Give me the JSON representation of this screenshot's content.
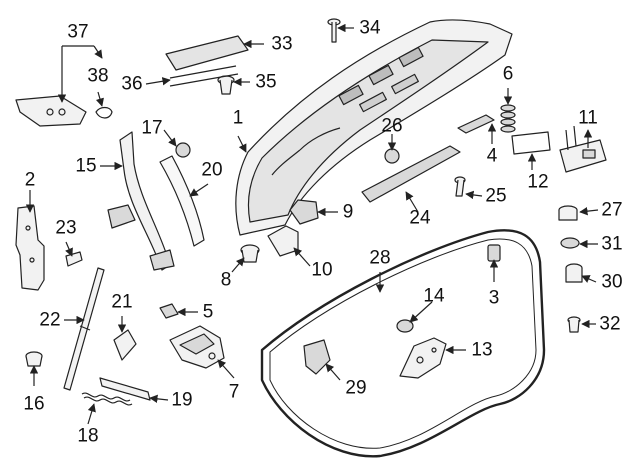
{
  "diagram": {
    "kind": "exploded parts diagram",
    "line_color": "#222222",
    "part_fill": "#f2f2f2",
    "part_shade": "#d9d9d9",
    "callouts": [
      {
        "id": "c1",
        "label": "1"
      },
      {
        "id": "c2",
        "label": "2"
      },
      {
        "id": "c3",
        "label": "3"
      },
      {
        "id": "c4",
        "label": "4"
      },
      {
        "id": "c5",
        "label": "5"
      },
      {
        "id": "c6",
        "label": "6"
      },
      {
        "id": "c7",
        "label": "7"
      },
      {
        "id": "c8",
        "label": "8"
      },
      {
        "id": "c9",
        "label": "9"
      },
      {
        "id": "c10",
        "label": "10"
      },
      {
        "id": "c11",
        "label": "11"
      },
      {
        "id": "c12",
        "label": "12"
      },
      {
        "id": "c13",
        "label": "13"
      },
      {
        "id": "c14",
        "label": "14"
      },
      {
        "id": "c15",
        "label": "15"
      },
      {
        "id": "c16",
        "label": "16"
      },
      {
        "id": "c17",
        "label": "17"
      },
      {
        "id": "c18",
        "label": "18"
      },
      {
        "id": "c19",
        "label": "19"
      },
      {
        "id": "c20",
        "label": "20"
      },
      {
        "id": "c21",
        "label": "21"
      },
      {
        "id": "c22",
        "label": "22"
      },
      {
        "id": "c23",
        "label": "23"
      },
      {
        "id": "c24",
        "label": "24"
      },
      {
        "id": "c25",
        "label": "25"
      },
      {
        "id": "c26",
        "label": "26"
      },
      {
        "id": "c27",
        "label": "27"
      },
      {
        "id": "c28",
        "label": "28"
      },
      {
        "id": "c29",
        "label": "29"
      },
      {
        "id": "c30",
        "label": "30"
      },
      {
        "id": "c31",
        "label": "31"
      },
      {
        "id": "c32",
        "label": "32"
      },
      {
        "id": "c33",
        "label": "33"
      },
      {
        "id": "c34",
        "label": "34"
      },
      {
        "id": "c35",
        "label": "35"
      },
      {
        "id": "c36",
        "label": "36"
      },
      {
        "id": "c37",
        "label": "37"
      },
      {
        "id": "c38",
        "label": "38"
      }
    ]
  }
}
